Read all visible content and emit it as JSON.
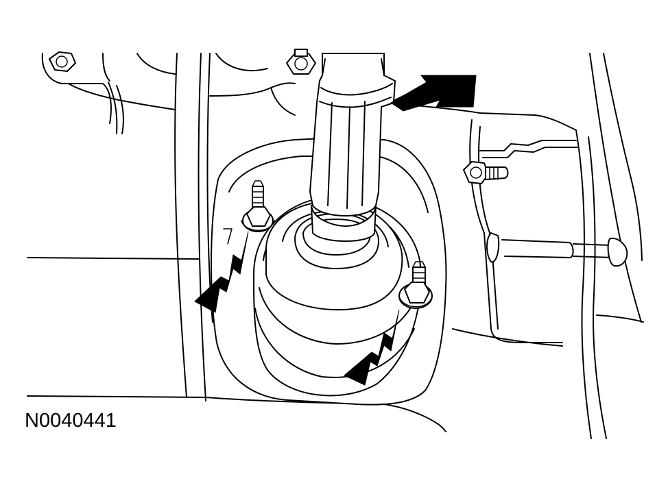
{
  "figure": {
    "reference_code": "N0040441",
    "arrows": [
      {
        "target": "steering-shaft"
      },
      {
        "target": "left-stud-nut"
      },
      {
        "target": "right-stud-nut"
      }
    ]
  },
  "colors": {
    "line": "#000000",
    "background": "#ffffff"
  }
}
